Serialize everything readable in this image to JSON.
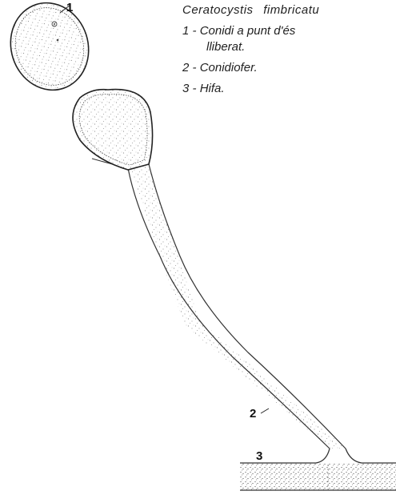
{
  "legend": {
    "title": "Ceratocystis fimbricatu",
    "items": [
      {
        "num": "1",
        "text": "Conidi a punt d'és",
        "cont": "lliberat."
      },
      {
        "num": "2",
        "text": "Conidiofer.",
        "cont": ""
      },
      {
        "num": "3",
        "text": "Hifa.",
        "cont": ""
      }
    ]
  },
  "markers": {
    "m1": "1",
    "m2": "2",
    "m3": "3"
  },
  "colors": {
    "ink": "#222222",
    "stipple": "#555555",
    "paper": "#ffffff"
  }
}
